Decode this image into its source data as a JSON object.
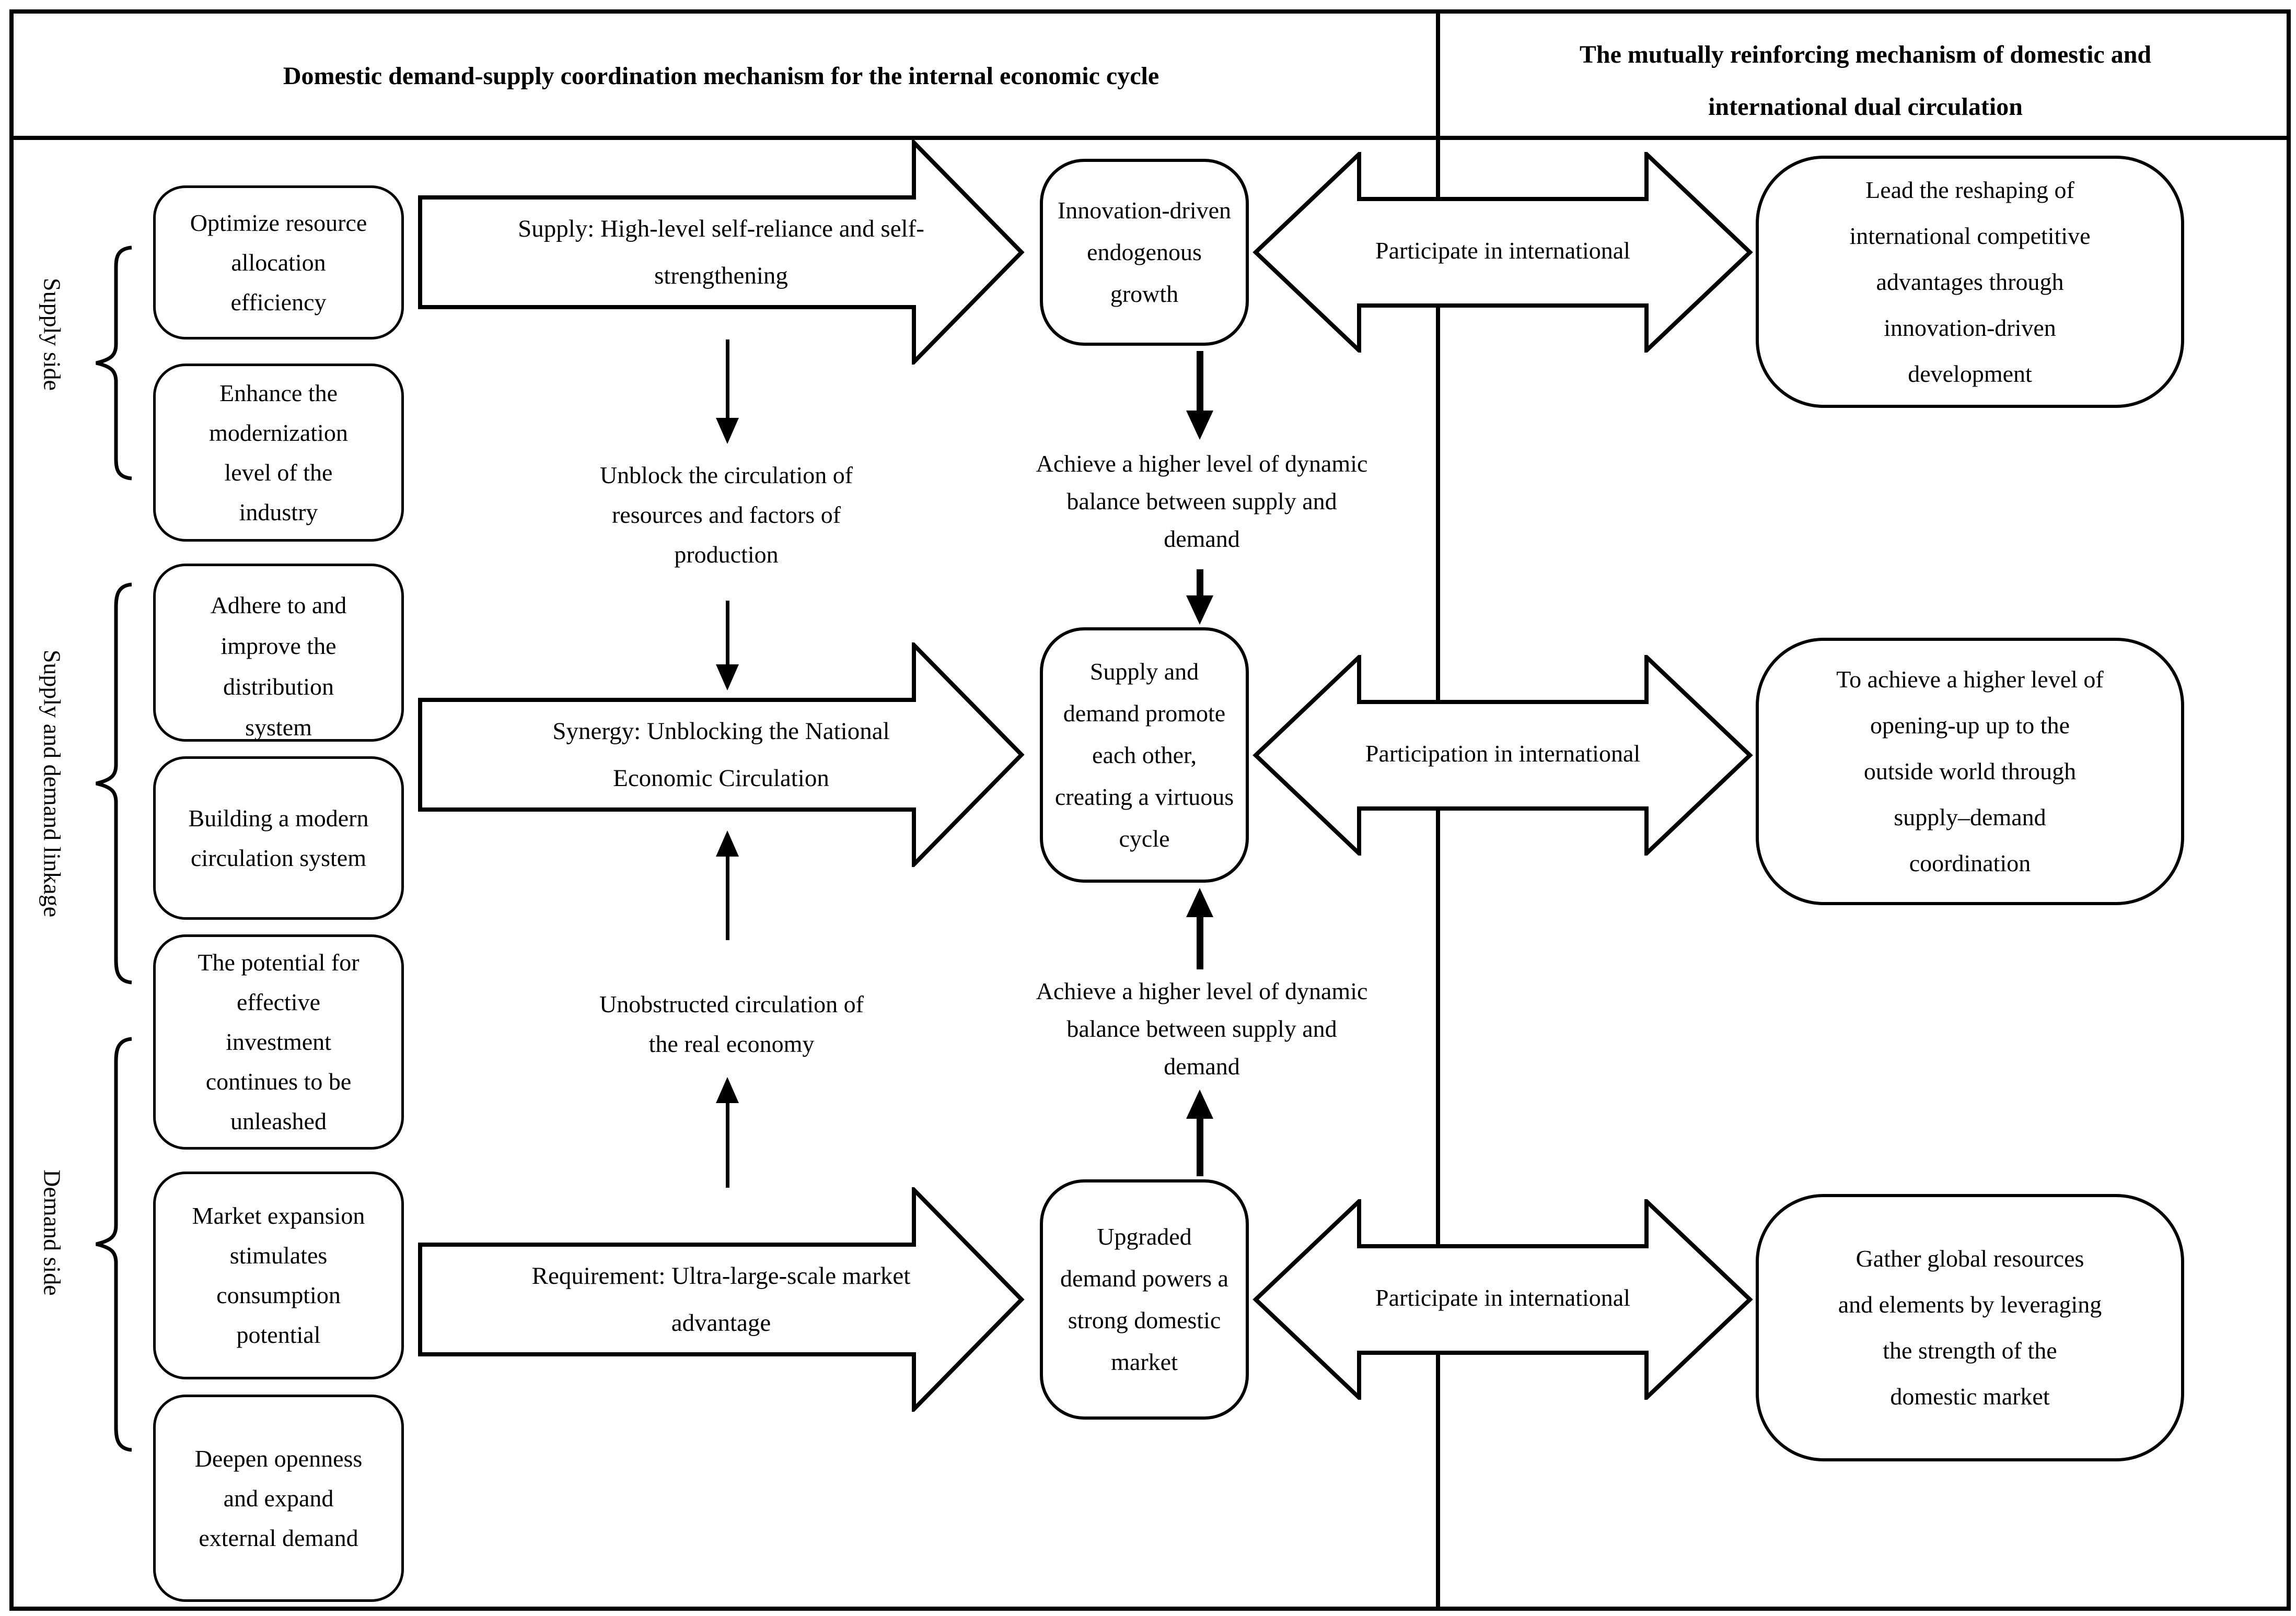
{
  "header": {
    "left_title": "Domestic demand-supply coordination mechanism for the internal economic cycle",
    "right_title_lines": [
      "The mutually reinforcing mechanism of domestic and",
      "international dual circulation"
    ]
  },
  "side_groups": [
    {
      "label": "Supply side"
    },
    {
      "label": "Supply and demand linkage"
    },
    {
      "label": "Demand side"
    }
  ],
  "left_boxes": [
    {
      "lines": [
        "Optimize resource",
        "allocation",
        "efficiency"
      ]
    },
    {
      "lines": [
        "Enhance the",
        "modernization",
        "level of the",
        "industry"
      ]
    },
    {
      "lines": [
        "Adhere to and",
        "improve the",
        "distribution",
        "system"
      ]
    },
    {
      "lines": [
        "Building a modern",
        "circulation system"
      ]
    },
    {
      "lines": [
        "The potential for",
        "effective",
        "investment",
        "continues to be",
        "unleashed"
      ]
    },
    {
      "lines": [
        "Market expansion",
        "stimulates",
        "consumption",
        "potential"
      ]
    },
    {
      "lines": [
        "Deepen openness",
        "and expand",
        "external demand"
      ]
    }
  ],
  "flow_arrows": [
    {
      "lines": [
        "Supply: High-level self-reliance and self-",
        "strengthening"
      ]
    },
    {
      "lines": [
        "Synergy: Unblocking the National",
        "Economic Circulation"
      ]
    },
    {
      "lines": [
        "Requirement: Ultra-large-scale market",
        "advantage"
      ]
    }
  ],
  "mid_notes": [
    {
      "lines": [
        "Unblock the circulation of",
        "resources and factors of",
        "production"
      ]
    },
    {
      "lines": [
        "Unobstructed circulation of",
        "the real economy"
      ]
    }
  ],
  "balance_notes": [
    {
      "lines": [
        "Achieve a higher level of dynamic",
        "balance between supply and",
        "demand"
      ]
    },
    {
      "lines": [
        "Achieve a higher level of dynamic",
        "balance between supply and",
        "demand"
      ]
    }
  ],
  "center_boxes": [
    {
      "lines": [
        "Innovation-driven",
        "endogenous",
        "growth"
      ]
    },
    {
      "lines": [
        "Supply and",
        "demand promote",
        "each other,",
        "creating a virtuous",
        "cycle"
      ]
    },
    {
      "lines": [
        "Upgraded",
        "demand powers a",
        "strong domestic",
        "market"
      ]
    }
  ],
  "dual_arrows": [
    {
      "label": "Participate in international"
    },
    {
      "label": "Participation in international"
    },
    {
      "label": "Participate in international"
    }
  ],
  "right_boxes": [
    {
      "lines": [
        "Lead the reshaping of",
        "international competitive",
        "advantages through",
        "innovation-driven",
        "development"
      ]
    },
    {
      "lines": [
        "To achieve a higher level of",
        "opening-up up to the",
        "outside world through",
        "supply–demand",
        "coordination"
      ]
    },
    {
      "lines": [
        "Gather global resources",
        "and elements by leveraging",
        "the strength of the",
        "domestic market"
      ]
    }
  ],
  "colors": {
    "ink": "#000000",
    "paper": "#ffffff"
  }
}
